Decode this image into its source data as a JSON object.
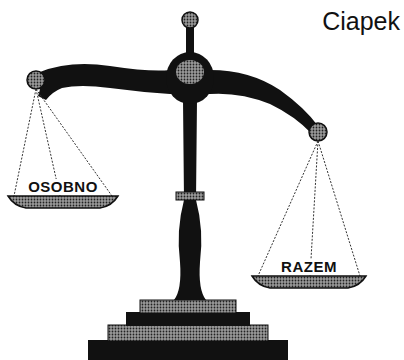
{
  "diagram": {
    "labels": [
      "Ciapek",
      "OSOBNO",
      "RAZEM"
    ]
  }
}
